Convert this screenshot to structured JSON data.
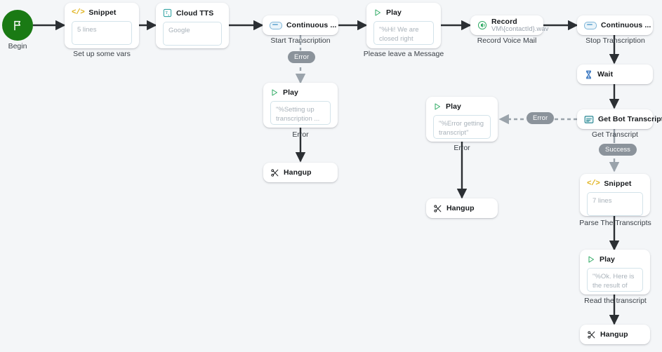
{
  "canvas": {
    "background": "#f4f6f8",
    "edge_color": "#2b2f33",
    "dashed_edge_color": "#9aa3ab",
    "badge_color": "#8b939b",
    "begin_color": "#1a7a14"
  },
  "begin": {
    "label": "Begin",
    "icon": "flag-icon"
  },
  "nodes": [
    {
      "id": "snippet-vars",
      "title": "Snippet",
      "icon": "code-snippet-icon",
      "body": "5 lines",
      "label": "Set up some vars"
    },
    {
      "id": "cloud-tts",
      "title": "Cloud TTS",
      "icon": "translate-icon",
      "body": "Google",
      "label": ""
    },
    {
      "id": "start-transcription",
      "title": "Continuous ...",
      "icon": "continuous-icon",
      "body": "",
      "label": "Start Transcription"
    },
    {
      "id": "play-greeting",
      "title": "Play",
      "icon": "play-icon",
      "body": "\"%Hi! We are closed right now, ...",
      "label": "Please leave a Message"
    },
    {
      "id": "record-voicemail",
      "title": "Record",
      "subtitle": "VM\\{contactId}.wav",
      "icon": "record-audio-icon",
      "body": "",
      "label": "Record Voice Mail"
    },
    {
      "id": "stop-transcription",
      "title": "Continuous ...",
      "icon": "continuous-icon",
      "body": "",
      "label": "Stop Transcription"
    },
    {
      "id": "wait",
      "title": "Wait",
      "icon": "hourglass-icon",
      "body": "",
      "label": ""
    },
    {
      "id": "get-bot-transcript",
      "title": "Get Bot Transcript",
      "icon": "transcript-icon",
      "body": "",
      "label": "Get Transcript"
    },
    {
      "id": "snippet-parse",
      "title": "Snippet",
      "icon": "code-snippet-icon",
      "body": "7 lines",
      "label": "Parse The Transcripts"
    },
    {
      "id": "play-result",
      "title": "Play",
      "icon": "play-icon",
      "body": "\"%Ok. Here is the result of the ...",
      "label": "Read the transcript"
    },
    {
      "id": "hangup-right",
      "title": "Hangup",
      "icon": "hangup-icon",
      "body": "",
      "label": ""
    },
    {
      "id": "play-setup-error",
      "title": "Play",
      "icon": "play-icon",
      "body": "\"%Setting up transcription ...",
      "label": ""
    },
    {
      "id": "hangup-left",
      "title": "Hangup",
      "icon": "hangup-icon",
      "body": "",
      "label": ""
    },
    {
      "id": "play-transcript-error",
      "title": "Play",
      "icon": "play-icon",
      "body": "\"%Error getting transcript\"",
      "label": ""
    },
    {
      "id": "hangup-middle",
      "title": "Hangup",
      "icon": "hangup-icon",
      "body": "",
      "label": ""
    }
  ],
  "edge_badges": {
    "error_start_transcription": "Error",
    "error_get_transcript": "Error",
    "success_get_transcript": "Success"
  },
  "edge_labels": {
    "error_setup_to_hangup": "Error",
    "error_transcript_to_hangup": "Error"
  }
}
